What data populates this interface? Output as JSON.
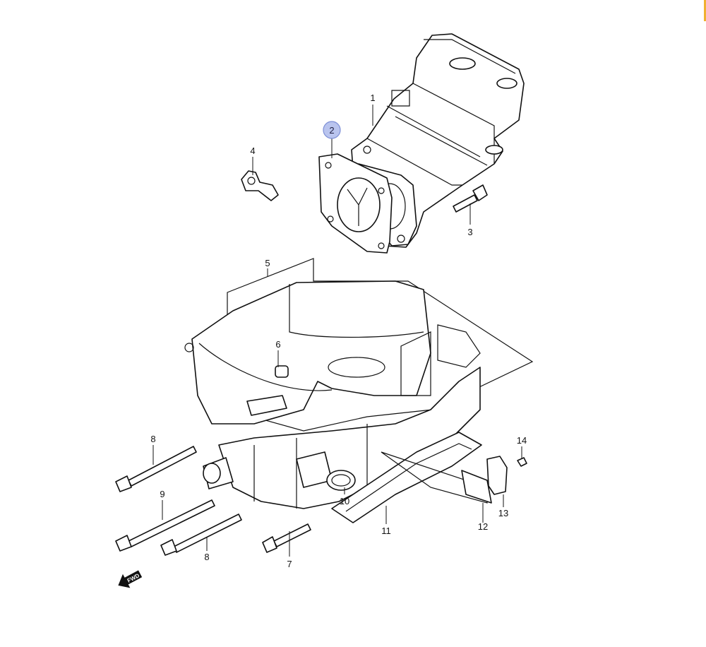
{
  "diagram": {
    "callouts": [
      {
        "id": "1",
        "label": "1"
      },
      {
        "id": "2",
        "label": "2",
        "highlighted": true
      },
      {
        "id": "3",
        "label": "3"
      },
      {
        "id": "4",
        "label": "4"
      },
      {
        "id": "5",
        "label": "5"
      },
      {
        "id": "6",
        "label": "6"
      },
      {
        "id": "7",
        "label": "7"
      },
      {
        "id": "8a",
        "label": "8"
      },
      {
        "id": "8b",
        "label": "8"
      },
      {
        "id": "9",
        "label": "9"
      },
      {
        "id": "10",
        "label": "10"
      },
      {
        "id": "11",
        "label": "11"
      },
      {
        "id": "12",
        "label": "12"
      },
      {
        "id": "13",
        "label": "13"
      },
      {
        "id": "14",
        "label": "14"
      }
    ],
    "direction_arrow": {
      "label": "FWD"
    },
    "highlight_color": "#b9c4ee"
  }
}
